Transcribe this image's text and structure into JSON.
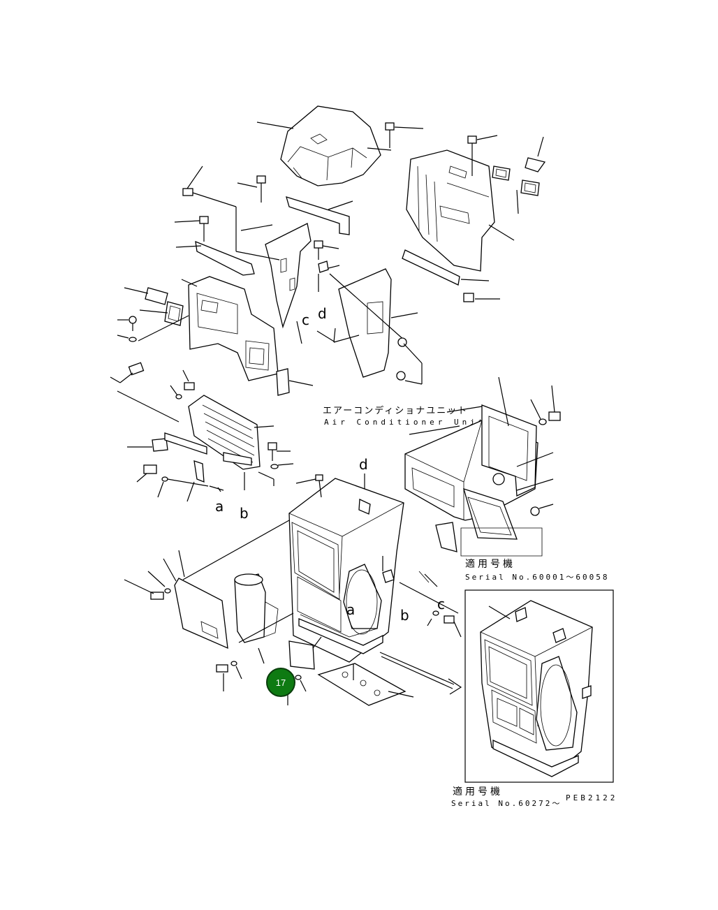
{
  "labels": {
    "unit_jp": "エアーコンディショナユニット",
    "unit_en": "Air Conditioner Unit",
    "serial1_jp": "適用号機",
    "serial1_en": "Serial No.60001～60058",
    "serial2_jp": "適用号機",
    "serial2_en": "Serial No.60272～",
    "drawing_code": "PEB2122"
  },
  "refs": {
    "a1": "a",
    "b1": "b",
    "c1": "c",
    "d1": "d",
    "a2": "a",
    "b2": "b",
    "c2": "c",
    "d2": "d"
  },
  "callout": {
    "number": "17",
    "fill": "#0e7a12",
    "stroke": "#0a3d0c"
  }
}
